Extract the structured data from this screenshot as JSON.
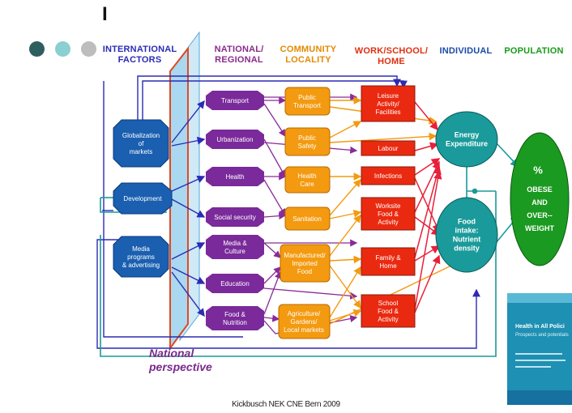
{
  "title_mark": "I",
  "headers": {
    "international": [
      "INTERNATIONAL",
      "FACTORS"
    ],
    "national": [
      "NATIONAL/",
      "REGIONAL"
    ],
    "community": [
      "COMMUNITY",
      "LOCALITY"
    ],
    "work": [
      "WORK/SCHOOL/",
      "HOME"
    ],
    "individual": "INDIVIDUAL",
    "population": "POPULATION"
  },
  "colors": {
    "international": "#2b2bb5",
    "national": "#8a2a8a",
    "community": "#e38a00",
    "work": "#e03010",
    "individual": "#1a4aa8",
    "population": "#1a9a1a",
    "blue_box": "#1a5fb0",
    "purple_box": "#7a2a9a",
    "orange_box": "#f39a10",
    "red_box": "#ea2a10",
    "teal_ellipse": "#1a9a9a",
    "green_ellipse": "#1a9a20"
  },
  "international_nodes": [
    [
      "Globalization",
      "of",
      "markets"
    ],
    [
      "Development"
    ],
    [
      "Media",
      "programs",
      "& advertising"
    ]
  ],
  "national_nodes": [
    [
      "Transport"
    ],
    [
      "Urbanization"
    ],
    [
      "Health"
    ],
    [
      "Social security"
    ],
    [
      "Media &",
      "Culture"
    ],
    [
      "Education"
    ],
    [
      "Food &",
      "Nutrition"
    ]
  ],
  "community_nodes": [
    [
      "Public",
      "Transport"
    ],
    [
      "Public",
      "Safety"
    ],
    [
      "Health",
      "Care"
    ],
    [
      "Sanitation"
    ],
    [
      "Manufactured/",
      "Imported",
      "Food"
    ],
    [
      "Agriculture/",
      "Gardens/",
      "Local markets"
    ]
  ],
  "work_nodes": [
    [
      "Leisure",
      "Activity/",
      "Facilities"
    ],
    [
      "Labour"
    ],
    [
      "Infections"
    ],
    [
      "Worksite",
      "Food &",
      "Activity"
    ],
    [
      "Family &",
      "Home"
    ],
    [
      "School",
      "Food &",
      "Activity"
    ]
  ],
  "individual_nodes": [
    [
      "Energy",
      "Expenditure"
    ],
    [
      "Food",
      "intake:",
      "Nutrient",
      "density"
    ]
  ],
  "population_node": [
    "%",
    "OBESE",
    "AND",
    "OVER--",
    "WEIGHT"
  ],
  "national_perspective": [
    "National",
    "perspective"
  ],
  "book_cover": {
    "title": "Health in All Polici",
    "subtitle": "Prospects and potentials"
  },
  "footer": "Kickbusch NEK CNE Bern 2009"
}
